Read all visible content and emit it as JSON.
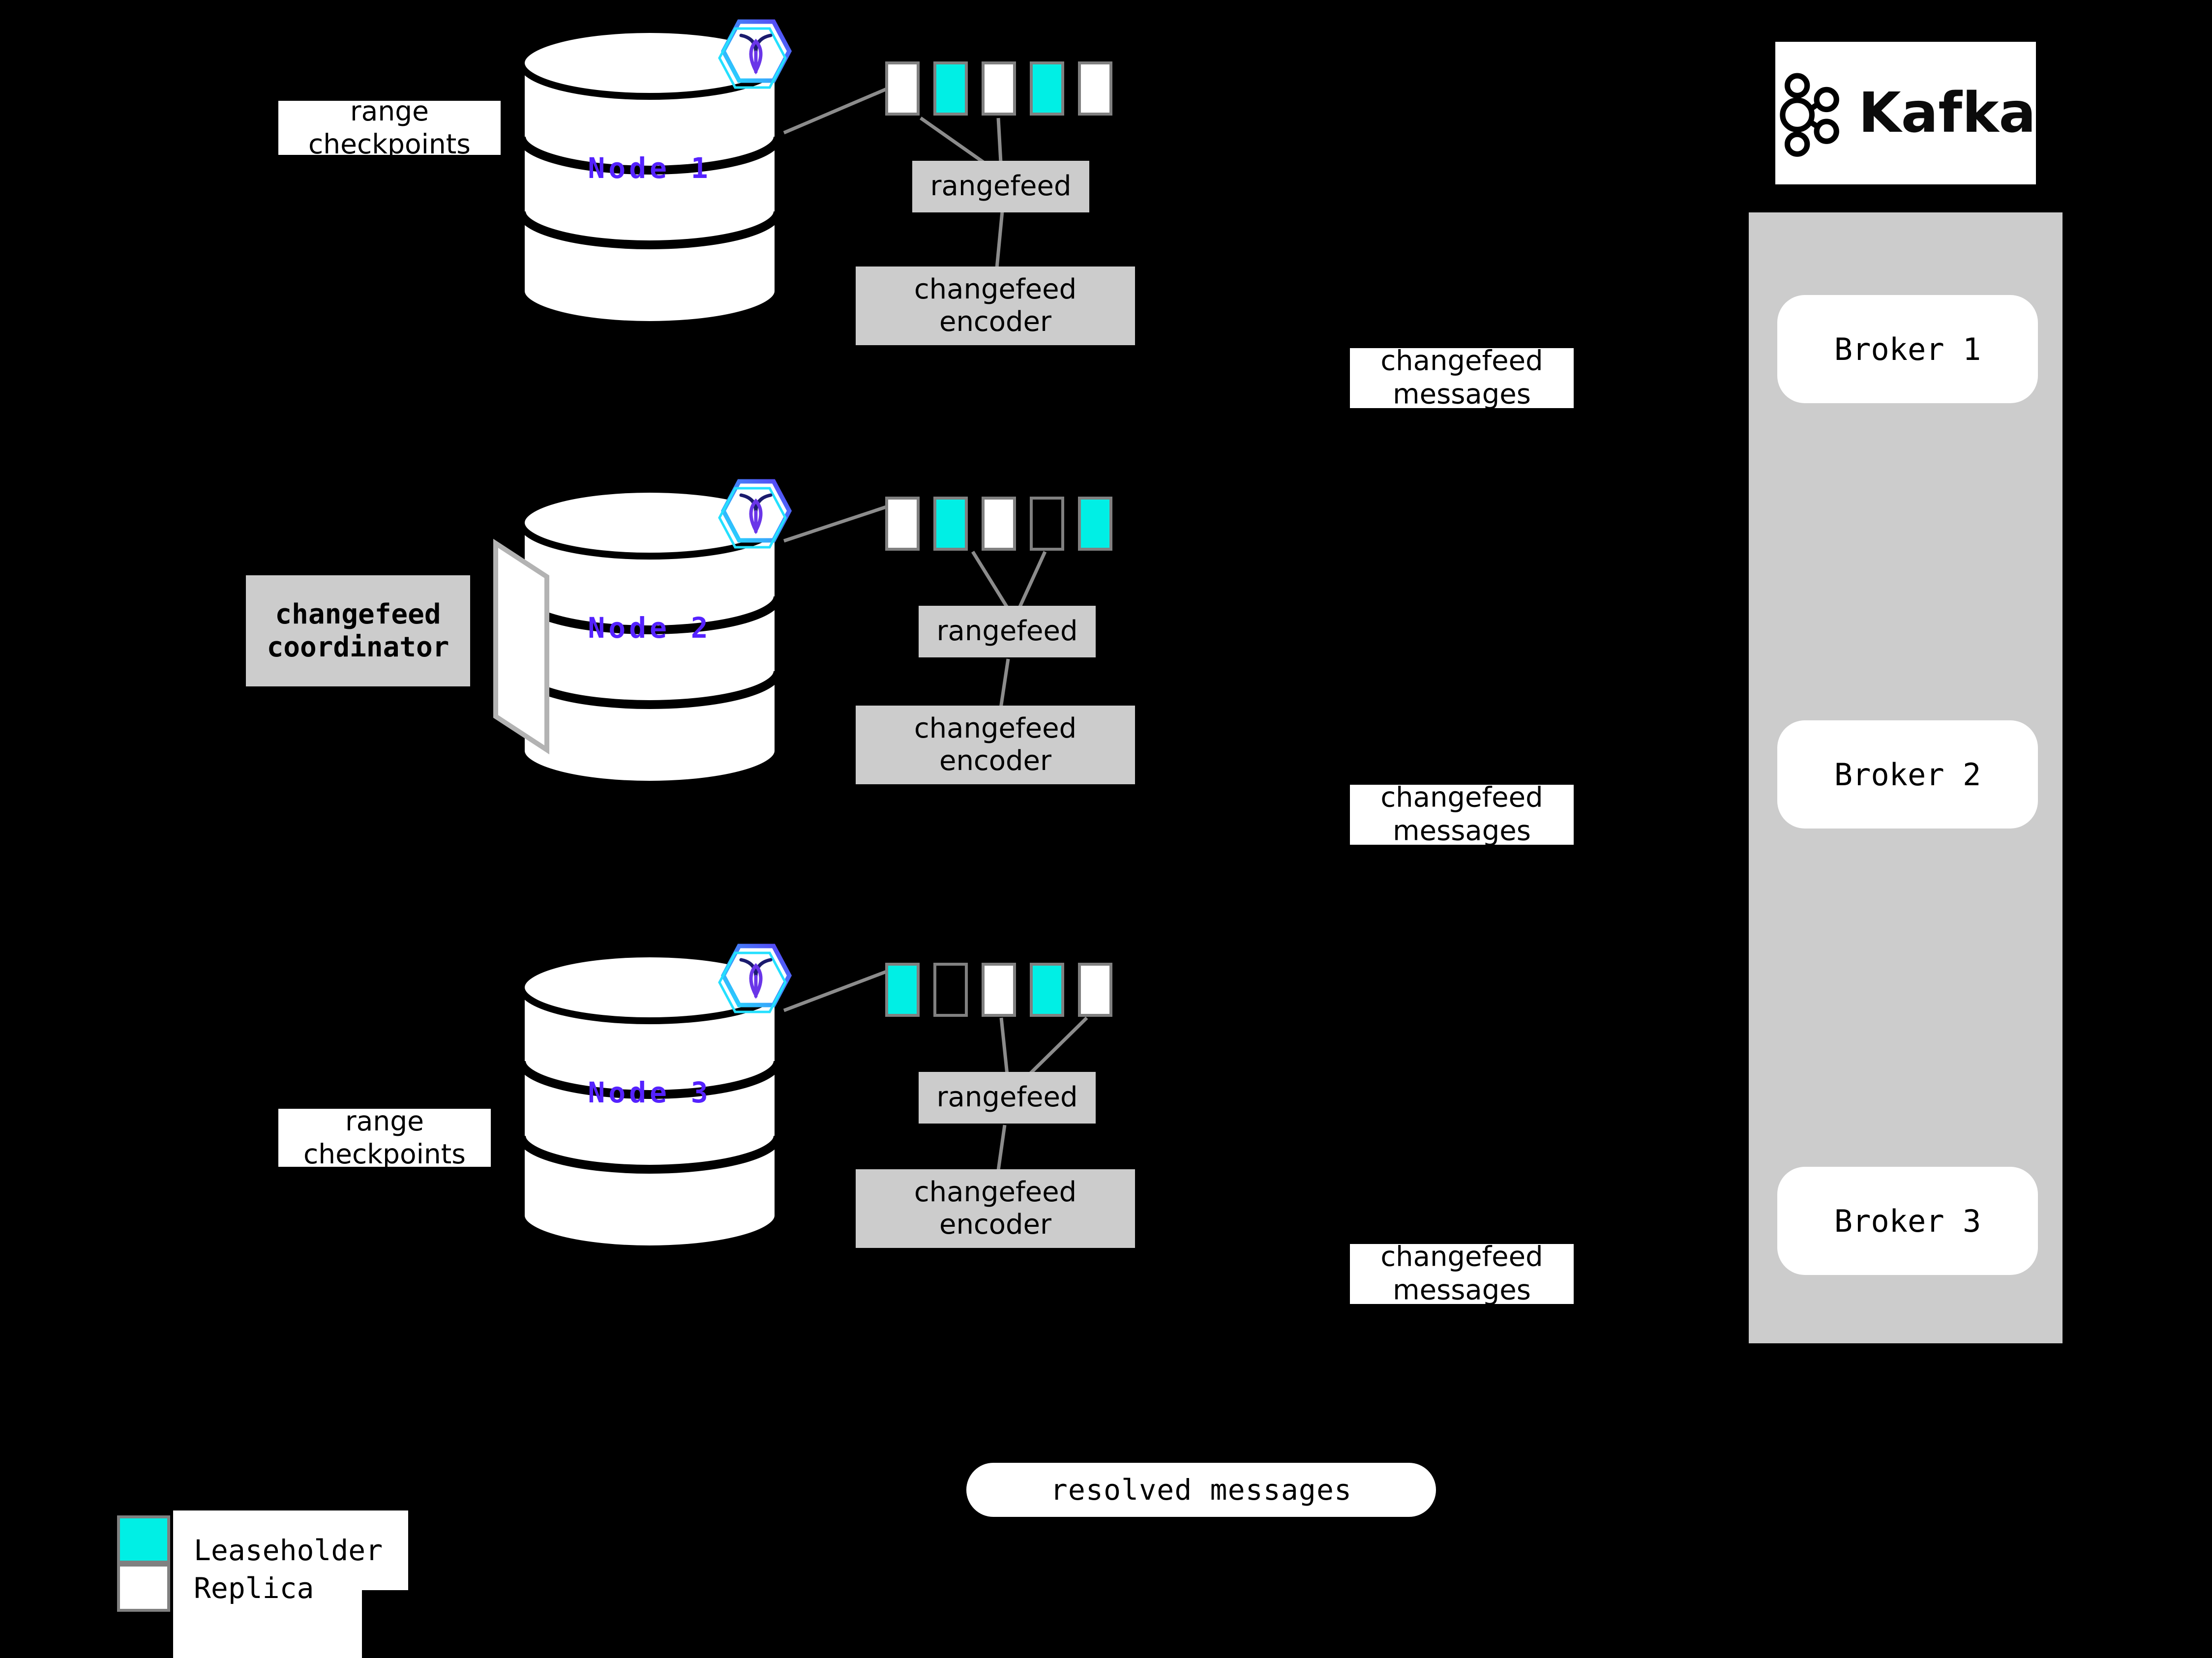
{
  "diagram": {
    "title": "CockroachDB changefeed to Kafka architecture",
    "background": "#000000",
    "accent_purple": "#5522ff",
    "leaseholder_color": "#00efe5",
    "replica_color": "#ffffff",
    "range_border_color": "#808080",
    "box_gray": "#cccccc",
    "connector_color": "#8c8c8c"
  },
  "nodes": [
    {
      "label": "Node 1",
      "badge_icon": "cockroachdb-hex-icon",
      "ranges": [
        "replica",
        "leaseholder",
        "replica",
        "leaseholder",
        "replica"
      ],
      "rangefeed_label": "rangefeed",
      "encoder_label": "changefeed\nencoder",
      "encoder_line1": "changefeed",
      "encoder_line2": "encoder",
      "side_label_line1": "range",
      "side_label_line2": "checkpoints"
    },
    {
      "label": "Node 2",
      "badge_icon": "cockroachdb-hex-icon",
      "ranges": [
        "replica",
        "leaseholder",
        "replica",
        "empty",
        "leaseholder"
      ],
      "rangefeed_label": "rangefeed",
      "encoder_label": "changefeed\nencoder",
      "encoder_line1": "changefeed",
      "encoder_line2": "encoder",
      "coordinator_line1": "changefeed",
      "coordinator_line2": "coordinator"
    },
    {
      "label": "Node 3",
      "badge_icon": "cockroachdb-hex-icon",
      "ranges": [
        "leaseholder",
        "empty",
        "replica",
        "leaseholder",
        "replica"
      ],
      "rangefeed_label": "rangefeed",
      "encoder_label": "changefeed\nencoder",
      "encoder_line1": "changefeed",
      "encoder_line2": "encoder",
      "side_label_line1": "range",
      "side_label_line2": "checkpoints"
    }
  ],
  "message_labels": [
    {
      "line1": "changefeed",
      "line2": "messages"
    },
    {
      "line1": "changefeed",
      "line2": "messages"
    },
    {
      "line1": "changefeed",
      "line2": "messages"
    }
  ],
  "resolved": {
    "label": "resolved messages"
  },
  "kafka": {
    "wordmark": "Kafka",
    "logo_icon": "kafka-nodes-icon",
    "brokers": [
      {
        "label": "Broker 1"
      },
      {
        "label": "Broker 2"
      },
      {
        "label": "Broker 3"
      }
    ]
  },
  "legend": {
    "items": [
      {
        "label": "Leaseholder",
        "swatch": "#00efe5"
      },
      {
        "label": "Replica",
        "swatch": "#ffffff"
      }
    ]
  }
}
